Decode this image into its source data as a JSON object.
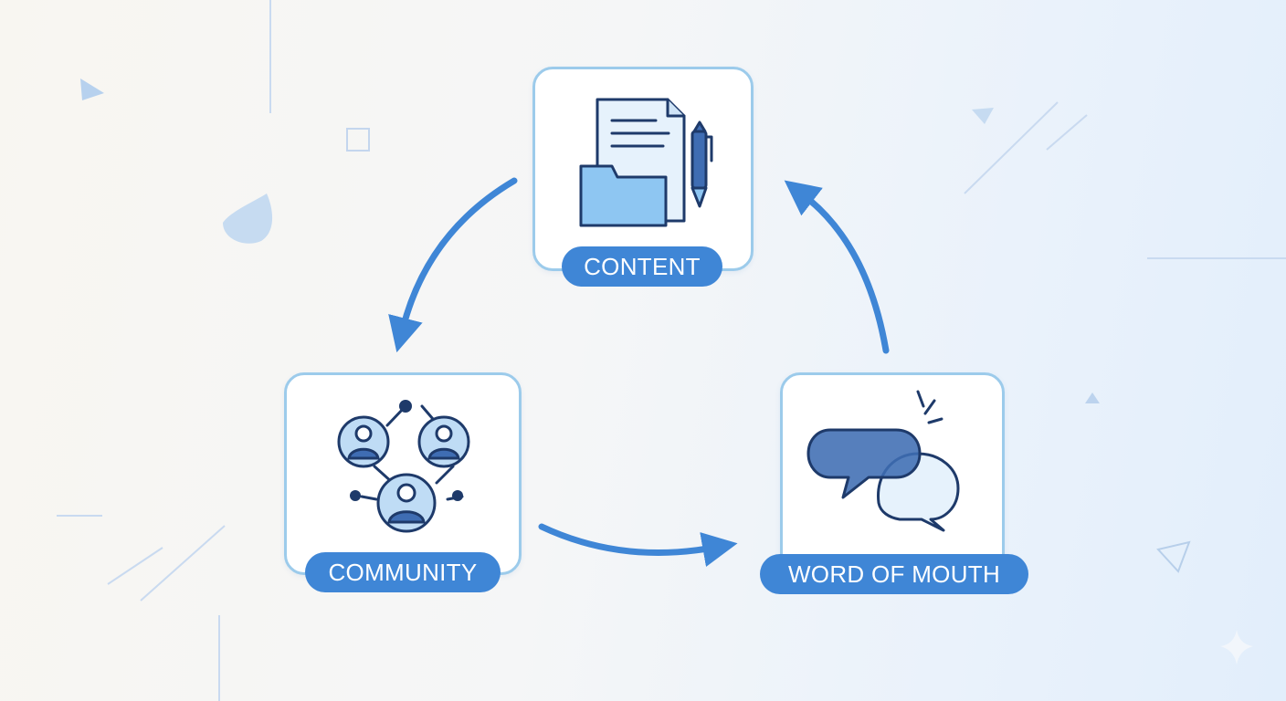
{
  "diagram": {
    "nodes": [
      {
        "id": "content",
        "label": "CONTENT",
        "icon": "document-folder-pen-icon"
      },
      {
        "id": "community",
        "label": "COMMUNITY",
        "icon": "connected-people-icon"
      },
      {
        "id": "word_of_mouth",
        "label": "WORD OF MOUTH",
        "icon": "speech-bubbles-icon"
      }
    ],
    "edges": [
      {
        "from": "content",
        "to": "community"
      },
      {
        "from": "community",
        "to": "word_of_mouth"
      },
      {
        "from": "word_of_mouth",
        "to": "content"
      }
    ]
  },
  "colors": {
    "accent": "#3f86d6",
    "node_border": "#9ccbeb",
    "icon_fill": "#bfdcf5",
    "icon_stroke": "#1e3a6a",
    "arrow": "#3f86d6"
  }
}
